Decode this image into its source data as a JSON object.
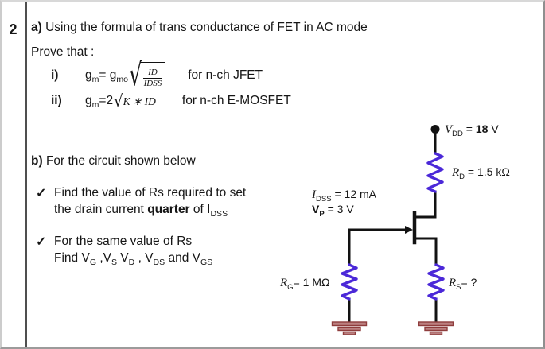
{
  "page": {
    "question_number": "2"
  },
  "part_a": {
    "heading": "[b]a)[/b]  Using the formula of trans conductance of FET in AC mode",
    "prove_label": "Prove that :",
    "item1": {
      "num": "i)",
      "lhs": "g[sub]m[/sub]= g[sub]mo[/sub]",
      "frac_top": "ID",
      "frac_bot": "IDSS",
      "note": "for n-ch JFET"
    },
    "item2": {
      "num": "ii)",
      "lhs": "g[sub]m[/sub]=2",
      "radicand": "K ∗ ID",
      "note": "for n-ch E-MOSFET"
    }
  },
  "part_b": {
    "heading": "[b]b)[/b]  For the circuit shown below",
    "check_glyph": "✓",
    "task1_line1": "Find the value of Rs required to set",
    "task1_line2": "the drain current [b]quarter[/b] of I[sub]DSS[/sub]",
    "task2_line1": "For the same value of Rs",
    "task2_line2": "Find V[sub]G[/sub] ,V[sub]S[/sub] V[sub]D[/sub] , V[sub]DS[/sub] and V[sub]GS[/sub]"
  },
  "circuit": {
    "vdd_label": "[i]V[/i][sub]DD[/sub] = [b]18[/b] V",
    "rd_label": "[i]R[/i][sub]D[/sub] = 1.5 kΩ",
    "idss_label": "[i]I[/i][sub]DSS[/sub] = 12 mA",
    "vp_label": "[b]V[sub]P[/sub][/b] = 3 V",
    "rg_label": "[i]R[/i][sub]G[/sub]= 1 MΩ",
    "rs_label": "[i]R[/i][sub]S[/sub]= ?",
    "wire_color": "#121212",
    "resistor_color": "#4b28d8",
    "ground_fill": "#bb8080",
    "ground_stroke": "#8f3d3d"
  }
}
